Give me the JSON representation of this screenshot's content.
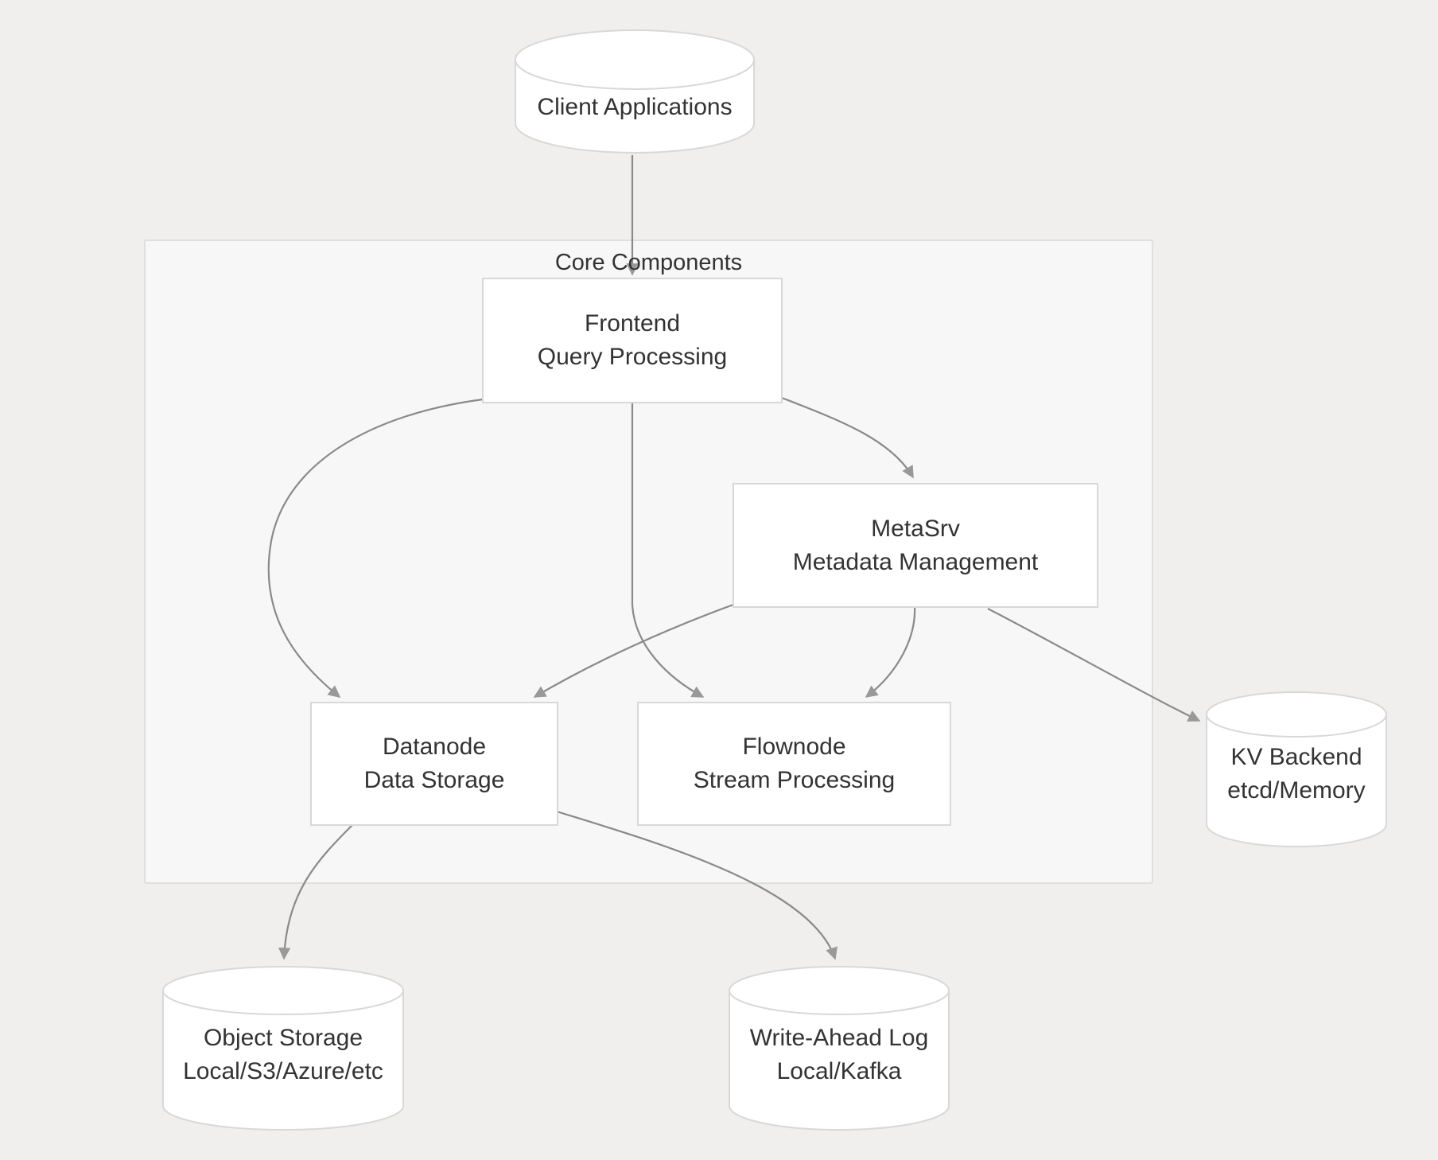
{
  "diagram": {
    "type": "architecture-flowchart",
    "background_color": "#f0efed",
    "node_fill": "#ffffff",
    "node_stroke": "#d8d8d8",
    "cluster_fill": "#f7f7f7",
    "cluster_stroke": "#dddddd",
    "edge_color": "#888888",
    "text_color": "#333333",
    "cluster": {
      "title": "Core Components"
    },
    "nodes": [
      {
        "id": "client",
        "shape": "cylinder",
        "lines": [
          "Client Applications"
        ]
      },
      {
        "id": "frontend",
        "shape": "rect",
        "lines": [
          "Frontend",
          "Query Processing"
        ]
      },
      {
        "id": "metasrv",
        "shape": "rect",
        "lines": [
          "MetaSrv",
          "Metadata Management"
        ]
      },
      {
        "id": "datanode",
        "shape": "rect",
        "lines": [
          "Datanode",
          "Data Storage"
        ]
      },
      {
        "id": "flownode",
        "shape": "rect",
        "lines": [
          "Flownode",
          "Stream Processing"
        ]
      },
      {
        "id": "kvbackend",
        "shape": "cylinder",
        "lines": [
          "KV Backend",
          "etcd/Memory"
        ]
      },
      {
        "id": "objectstorage",
        "shape": "cylinder",
        "lines": [
          "Object Storage",
          "Local/S3/Azure/etc"
        ]
      },
      {
        "id": "wal",
        "shape": "cylinder",
        "lines": [
          "Write-Ahead Log",
          "Local/Kafka"
        ]
      }
    ],
    "edges": [
      {
        "from": "client",
        "to": "frontend"
      },
      {
        "from": "frontend",
        "to": "datanode"
      },
      {
        "from": "frontend",
        "to": "flownode"
      },
      {
        "from": "frontend",
        "to": "metasrv"
      },
      {
        "from": "metasrv",
        "to": "datanode"
      },
      {
        "from": "metasrv",
        "to": "flownode"
      },
      {
        "from": "metasrv",
        "to": "kvbackend"
      },
      {
        "from": "datanode",
        "to": "objectstorage"
      },
      {
        "from": "datanode",
        "to": "wal"
      }
    ]
  }
}
